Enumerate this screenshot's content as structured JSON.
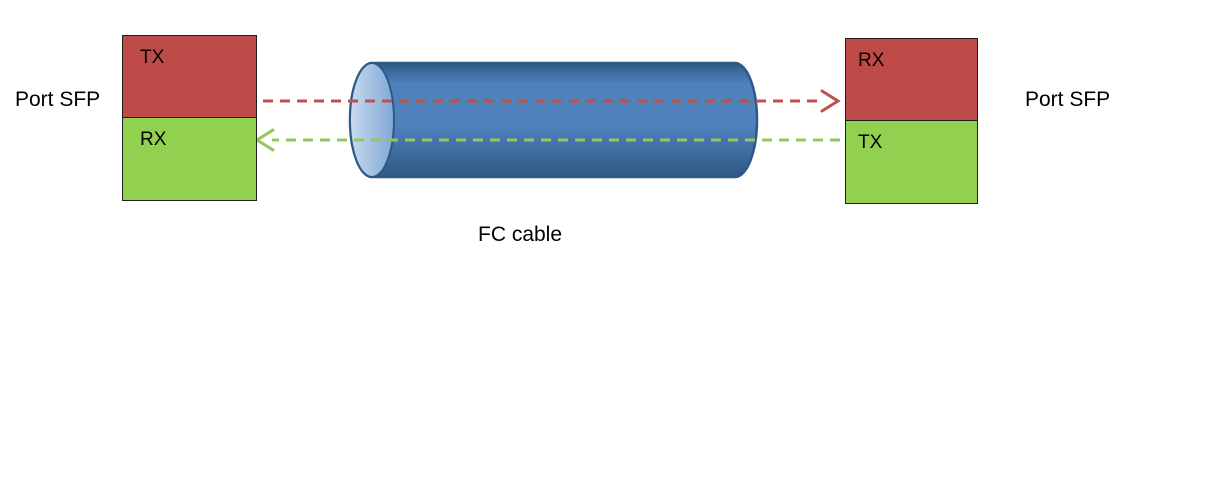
{
  "diagram": {
    "left_port": {
      "label": "Port SFP",
      "top_box": "TX",
      "bottom_box": "RX"
    },
    "right_port": {
      "label": "Port SFP",
      "top_box": "RX",
      "bottom_box": "TX"
    },
    "cable_label": "FC cable"
  },
  "colors": {
    "box_red": "#BE4B48",
    "box_green": "#92D050",
    "cable_fill": "#4F81BD",
    "cable_border": "#2E5984",
    "cable_cap_light": "#C9DAEF",
    "cable_cap_dark": "#7FA7D6",
    "arrow_red": "#C0504D",
    "arrow_green": "#94C65A"
  }
}
